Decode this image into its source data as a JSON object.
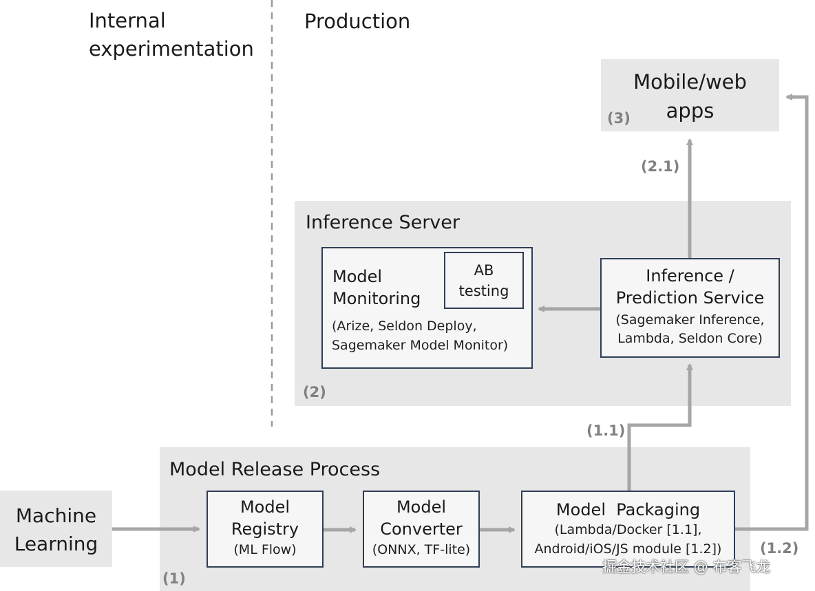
{
  "sections": {
    "internal_line1": "Internal",
    "internal_line2": "experimentation",
    "production": "Production"
  },
  "mobile": {
    "line1": "Mobile/web",
    "line2": "apps",
    "num": "(3)"
  },
  "inference_server": {
    "title": "Inference Server",
    "num": "(2)",
    "monitoring": {
      "line1": "Model",
      "line2": "Monitoring",
      "tools1": "(Arize, Seldon Deploy,",
      "tools2": "Sagemaker Model Monitor)"
    },
    "ab": {
      "line1": "AB",
      "line2": "testing"
    },
    "prediction": {
      "line1": "Inference /",
      "line2": "Prediction Service",
      "tools1": "(Sagemaker Inference,",
      "tools2": "Lambda, Seldon Core)"
    }
  },
  "release": {
    "title": "Model Release Process",
    "num": "(1)",
    "registry": {
      "line1": "Model",
      "line2": "Registry",
      "tools": "(ML Flow)"
    },
    "converter": {
      "line1": "Model",
      "line2": "Converter",
      "tools": "(ONNX, TF-lite)"
    },
    "packaging": {
      "title": "Model  Packaging",
      "tools1": "(Lambda/Docker [1.1],",
      "tools2": "Android/iOS/JS module [1.2])"
    }
  },
  "ml": {
    "line1": "Machine",
    "line2": "Learning"
  },
  "edges": {
    "e11": "(1.1)",
    "e12": "(1.2)",
    "e21": "(2.1)"
  },
  "watermark": "掘金技术社区 @ 布客飞龙",
  "colors": {
    "panel": "#e7e7e7",
    "box_border": "#2f3e55",
    "arrow": "#a6a6a6",
    "number": "#808080"
  }
}
